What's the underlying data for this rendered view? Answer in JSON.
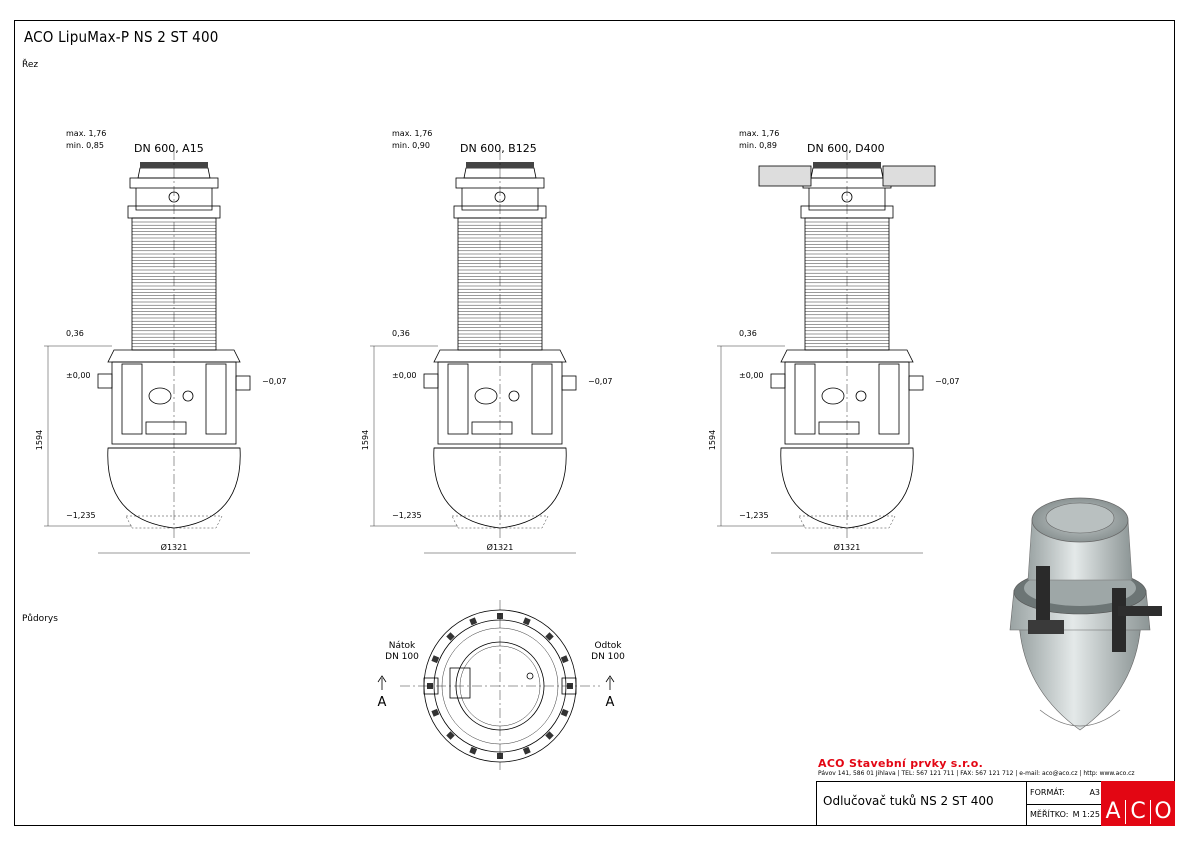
{
  "title": "ACO LipuMax-P NS 2 ST 400",
  "section_label": "Řez",
  "plan_label": "Půdorys",
  "sections": [
    {
      "cover": "DN 600, A15",
      "max": "max. 1,76",
      "min": "min. 0,85",
      "level_top": "0,36",
      "level_zero": "±0,00",
      "level_out": "−0,07",
      "level_bottom": "−1,235",
      "height": "1594",
      "diameter": "Ø1321"
    },
    {
      "cover": "DN 600, B125",
      "max": "max. 1,76",
      "min": "min. 0,90",
      "level_top": "0,36",
      "level_zero": "±0,00",
      "level_out": "−0,07",
      "level_bottom": "−1,235",
      "height": "1594",
      "diameter": "Ø1321"
    },
    {
      "cover": "DN 600, D400",
      "max": "max. 1,76",
      "min": "min. 0,89",
      "level_top": "0,36",
      "level_zero": "±0,00",
      "level_out": "−0,07",
      "level_bottom": "−1,235",
      "height": "1594",
      "diameter": "Ø1321"
    }
  ],
  "plan": {
    "inlet_label": "Nátok",
    "inlet_dn": "DN 100",
    "outlet_label": "Odtok",
    "outlet_dn": "DN 100",
    "section_mark": "A"
  },
  "title_block": {
    "company": "ACO Stavební prvky s.r.o.",
    "contact": "Pávov 141, 586 01 Jihlava | TEL: 567 121 711 | FAX: 567 121 712 | e-mail: aco@aco.cz | http: www.aco.cz",
    "drawing_name": "Odlučovač tuků NS 2 ST 400",
    "format_label": "FORMÁT:",
    "format_value": "A3",
    "scale_label": "MĚŘÍTKO:",
    "scale_value": "M 1:25",
    "logo_letters": [
      "A",
      "C",
      "O"
    ]
  },
  "colors": {
    "logo": "#e30613",
    "company": "#e30613"
  }
}
